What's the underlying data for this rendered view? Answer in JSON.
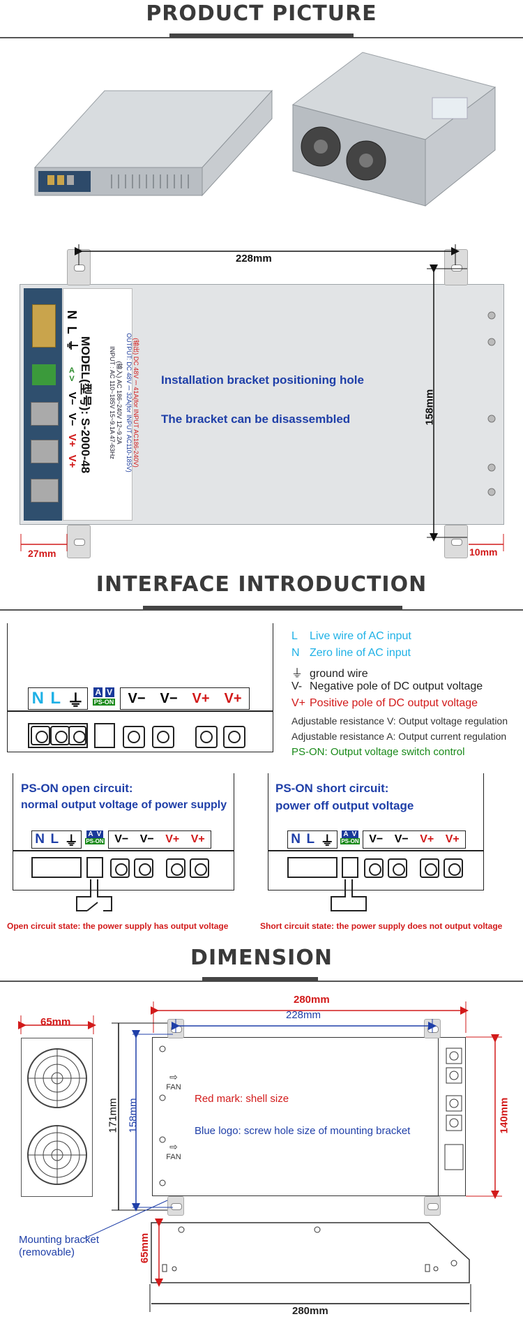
{
  "sections": {
    "product_picture": "PRODUCT PICTURE",
    "interface_intro": "INTERFACE INTRODUCTION",
    "dimension": "DIMENSION"
  },
  "top_view": {
    "width_dim": "228mm",
    "height_dim": "158mm",
    "left_dim": "27mm",
    "right_dim": "10mm",
    "note1": "Installation bracket positioning hole",
    "note2": "The bracket can be disassembled",
    "label": {
      "model": "MODEL(型号): S-2000-48",
      "input": "INPUT : AC 110~185V  15~9.1A  47-63Hz",
      "input2": "(输入)     AC 186~240V  12~9.2A",
      "output": "OUTPUT: DC 48V ⎓ 32A(for INPUT AC110-185V)",
      "output2": "(输出)  DC 48V ⎓ 41A(for INPUT AC186-240V)"
    },
    "terminals": [
      "N",
      "L",
      "⏚",
      "V−",
      "V−",
      "V+",
      "V+"
    ],
    "pots": [
      "A",
      "V"
    ]
  },
  "interface": {
    "terminals": [
      "N",
      "L",
      "⏚"
    ],
    "outputs": [
      "V−",
      "V−",
      "V+",
      "V+"
    ],
    "pot_labels": [
      "A",
      "V"
    ],
    "pson_tag": "PS-ON",
    "legend": [
      {
        "sym": "L",
        "text": "Live wire of AC input",
        "color": "#1fb1e6"
      },
      {
        "sym": "N",
        "text": "Zero line of AC input",
        "color": "#1fb1e6"
      },
      {
        "sym": "⏚",
        "text": "ground wire",
        "color": "#222222"
      },
      {
        "sym": "V-",
        "text": "Negative pole of DC output voltage",
        "color": "#222222"
      },
      {
        "sym": "V+",
        "text": "Positive pole of DC output voltage",
        "color": "#d21a1a"
      },
      {
        "sym": "",
        "text": "Adjustable resistance V:  Output voltage regulation",
        "color": "#333333"
      },
      {
        "sym": "",
        "text": "Adjustable resistance A:  Output current regulation",
        "color": "#333333"
      },
      {
        "sym": "",
        "text": "PS-ON:  Output voltage switch control",
        "color": "#1a8a1a"
      }
    ],
    "open_title1": "PS-ON open circuit:",
    "open_title2": "normal output voltage of power supply",
    "short_title1": "PS-ON short circuit:",
    "short_title2": "power off output voltage",
    "open_caption": "Open circuit state: the power supply has output voltage",
    "short_caption": "Short circuit state: the power supply does not output voltage"
  },
  "dimension": {
    "side_width": "65mm",
    "total_width": "280mm",
    "bracket_width": "228mm",
    "height_171": "171mm",
    "height_158": "158mm",
    "height_140": "140mm",
    "fan1": "FAN",
    "fan2": "FAN",
    "red_note": "Red mark: shell size",
    "blue_note": "Blue logo: screw hole size of mounting bracket",
    "bracket_label1": "Mounting bracket",
    "bracket_label2": "(removable)",
    "bottom_height": "65mm",
    "bottom_width": "280mm"
  }
}
